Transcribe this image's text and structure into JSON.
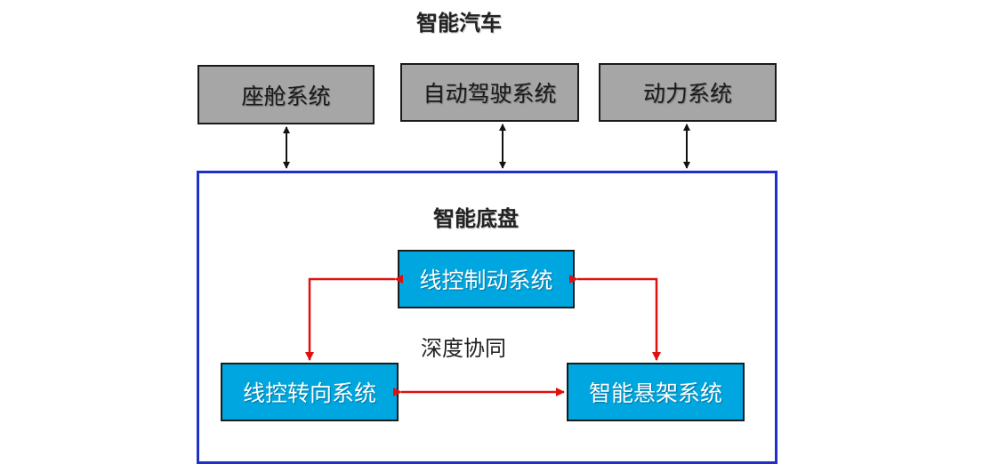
{
  "diagram": {
    "title": "智能汽车",
    "top_systems": [
      {
        "label": "座舱系统"
      },
      {
        "label": "自动驾驶系统"
      },
      {
        "label": "动力系统"
      }
    ],
    "chassis": {
      "title": "智能底盘",
      "subsystems": [
        {
          "label": "线控制动系统"
        },
        {
          "label": "线控转向系统"
        },
        {
          "label": "智能悬架系统"
        }
      ],
      "collaboration_label": "深度协同"
    },
    "colors": {
      "top_box_fill": "#a6a6a6",
      "sub_box_fill": "#00a6e0",
      "chassis_border": "#1f2fc8",
      "link_arrow": "#111111",
      "collab_arrow": "#e01010"
    }
  }
}
